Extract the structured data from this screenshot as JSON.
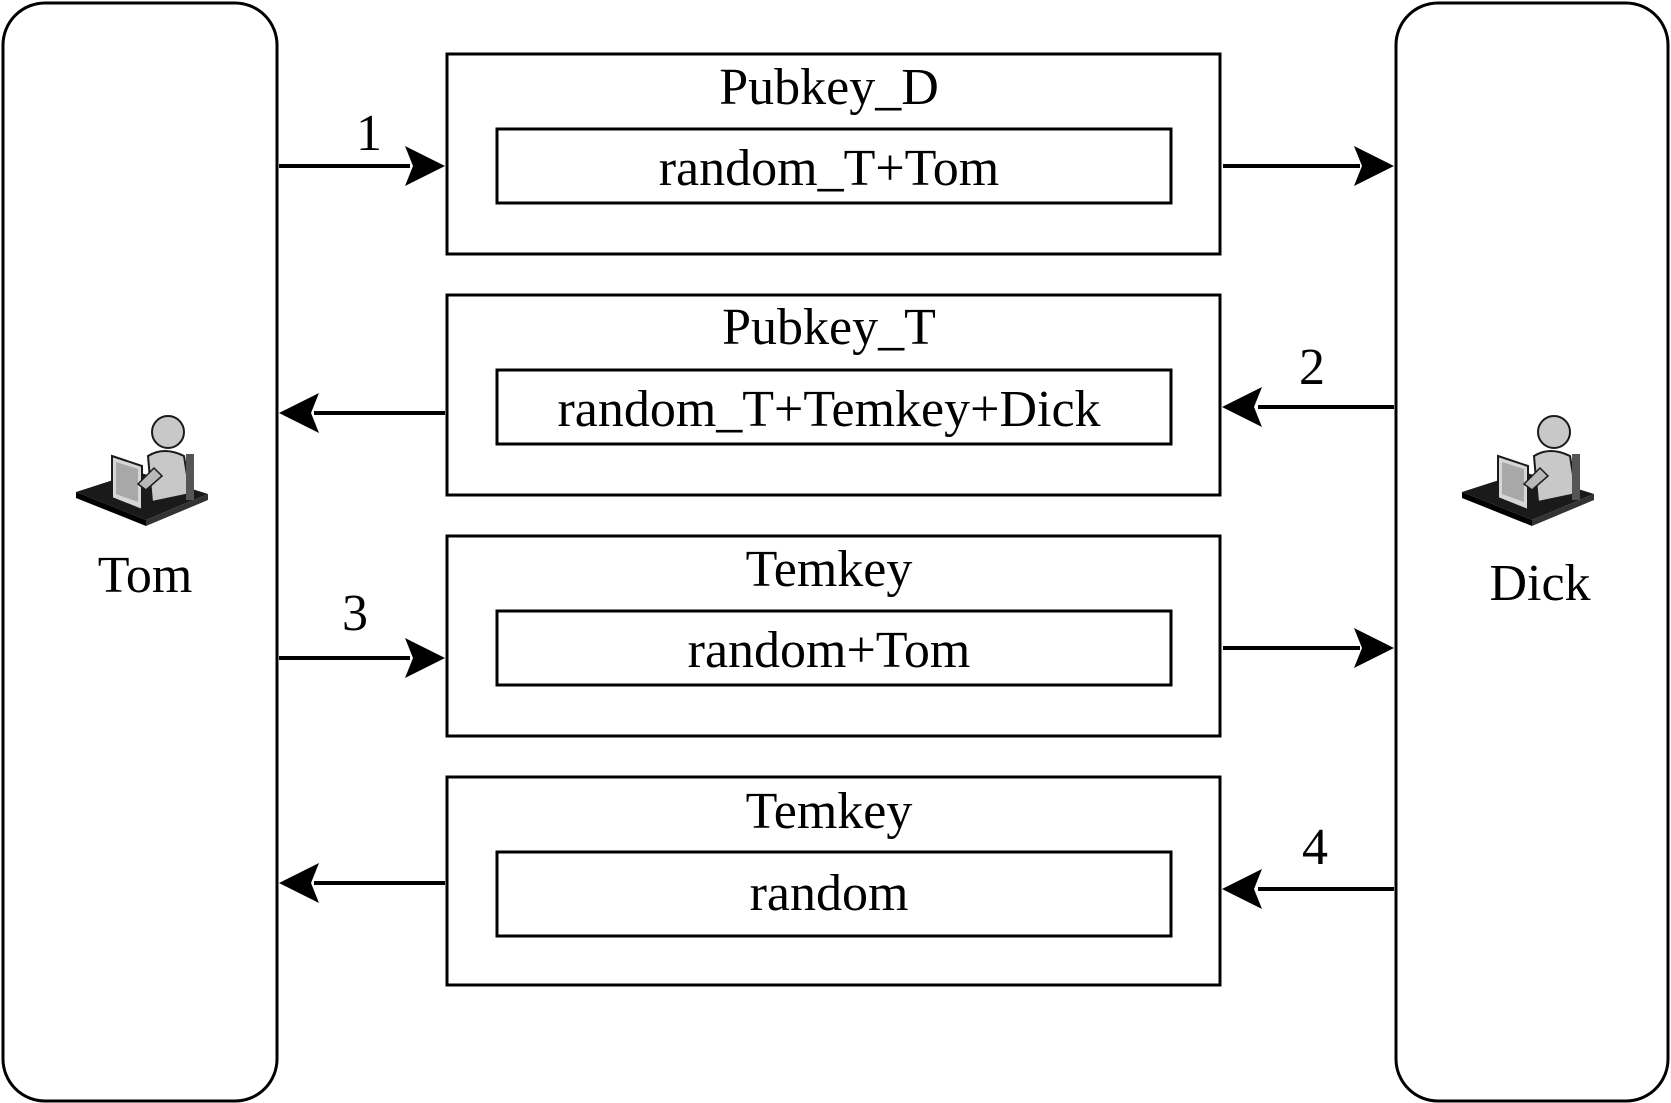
{
  "participants": {
    "left": {
      "name": "Tom",
      "icon": "user-at-computer-icon"
    },
    "right": {
      "name": "Dick",
      "icon": "user-at-computer-icon"
    }
  },
  "messages": [
    {
      "step": "1",
      "direction": "right",
      "key": "Pubkey_D",
      "content": "random_T+Tom"
    },
    {
      "step": "2",
      "direction": "left",
      "key": "Pubkey_T",
      "content": "random_T+Temkey+Dick"
    },
    {
      "step": "3",
      "direction": "right",
      "key": "Temkey",
      "content": "random+Tom"
    },
    {
      "step": "4",
      "direction": "left",
      "key": "Temkey",
      "content": "random"
    }
  ],
  "colors": {
    "stroke": "#000000",
    "icon_fill": "#c8c8c8",
    "icon_dark": "#1a1a1a",
    "background": "#ffffff"
  }
}
